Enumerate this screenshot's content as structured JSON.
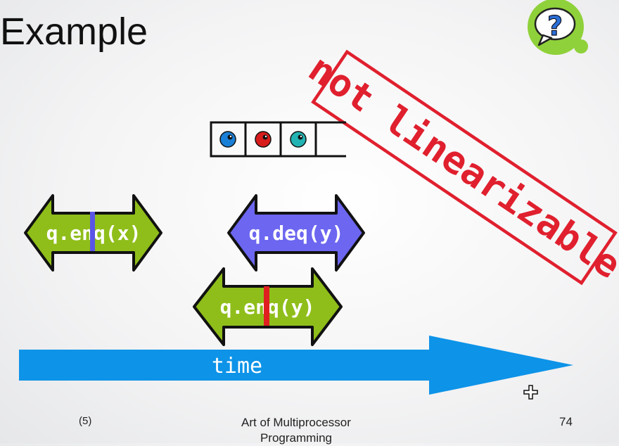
{
  "slide": {
    "title": "Example",
    "stamp_text": "not linearizable",
    "footer": {
      "left": "(5)",
      "center": "Art of Multiprocessor Programming",
      "page_number": "74"
    }
  },
  "queue": {
    "items": [
      {
        "name": "item-1",
        "color": "#1a7fd6"
      },
      {
        "name": "item-2",
        "color": "#d81c1c"
      },
      {
        "name": "item-3",
        "color": "#23b3b3"
      }
    ]
  },
  "operations": [
    {
      "key": "enq-x",
      "label": "q.enq(x)",
      "color": "#8fbe1a",
      "marker_color": "#5a55e6"
    },
    {
      "key": "deq-y",
      "label": "q.deq(y)",
      "color": "#6c66f0"
    },
    {
      "key": "enq-y",
      "label": "q.enq(y)",
      "color": "#8fbe1a",
      "marker_color": "#e02020"
    }
  ],
  "timeline": {
    "label": "time",
    "color": "#0d93e8"
  },
  "colors": {
    "stamp": "#e0202e",
    "help_icon": "#8fd13a"
  },
  "icons": [
    "question-help-icon",
    "crosshair-cursor-icon"
  ]
}
